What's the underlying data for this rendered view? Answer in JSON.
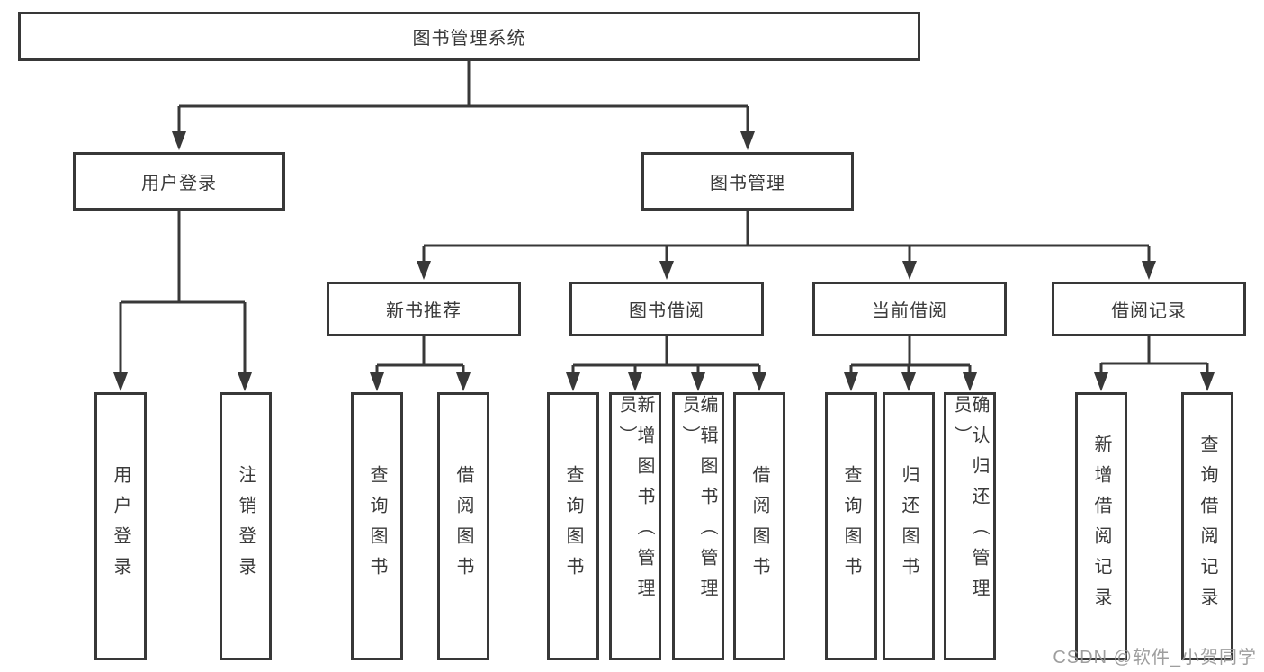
{
  "diagram": {
    "root": {
      "label": "图书管理系统"
    },
    "level2": {
      "user_login": {
        "label": "用户登录"
      },
      "book_management": {
        "label": "图书管理"
      }
    },
    "level3": {
      "new_book_recommend": {
        "label": "新书推荐"
      },
      "book_borrowing": {
        "label": "图书借阅"
      },
      "current_borrowing": {
        "label": "当前借阅"
      },
      "borrowing_records": {
        "label": "借阅记录"
      }
    },
    "leaves": {
      "user_login": [
        "用户登录",
        "注销登录"
      ],
      "new_book_recommend": [
        "查询图书",
        "借阅图书"
      ],
      "book_borrowing": [
        "查询图书",
        "新增图书（管理员）",
        "编辑图书（管理员）",
        "借阅图书"
      ],
      "current_borrowing": [
        "查询图书",
        "归还图书",
        "确认归还（管理员）"
      ],
      "borrowing_records": [
        "新增借阅记录",
        "查询借阅记录"
      ]
    }
  },
  "watermark": "CSDN @软件_小贺同学",
  "colors": {
    "line": "#383838",
    "text": "#3a3a3a",
    "watermark": "#949494",
    "background": "#ffffff"
  }
}
